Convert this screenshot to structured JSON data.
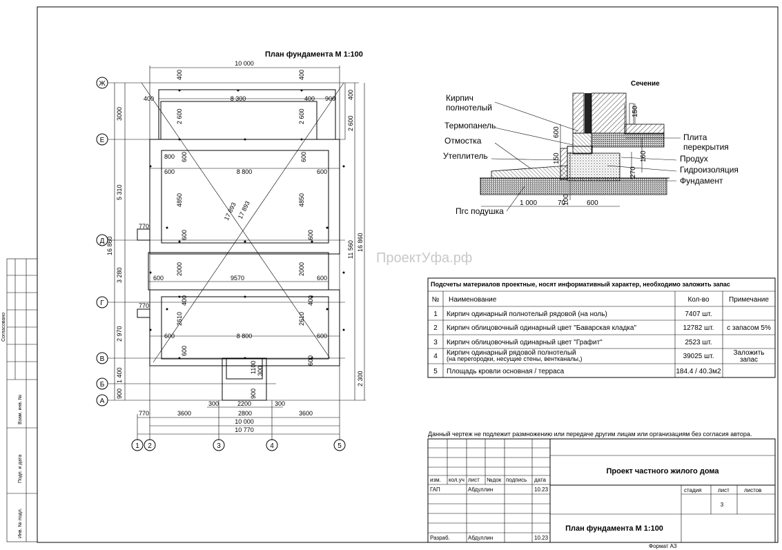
{
  "sheet": {
    "plan_title": "План фундамента М 1:100",
    "watermark": "ПроектУфа.рф",
    "format": "Формат А3",
    "side_stamp": {
      "agreed": "Согласовано",
      "replace_inv": "Взам. инв. №",
      "sign_date": "Подп. и дата",
      "inv_orig": "Инв. № подл."
    }
  },
  "plan": {
    "axes_rows": [
      "Ж",
      "Е",
      "Д",
      "Г",
      "В",
      "Б",
      "А"
    ],
    "axes_cols": [
      "1",
      "2",
      "3",
      "4",
      "5"
    ],
    "dims": {
      "top_total": "10 000",
      "top_inner": "8 300",
      "top_400a": "400",
      "top_400b": "400",
      "top_900": "900",
      "top_400c": "400",
      "top_400d": "400",
      "row1_2600a": "2 600",
      "row1_2600b": "2 600",
      "row2_8800": "8 800",
      "row2_800": "800",
      "row2_600a": "600",
      "row2_600b": "600",
      "row2_600c": "600",
      "row2_600d": "600",
      "row2_4850a": "4850",
      "row2_4850b": "4850",
      "diag_a": "17 893",
      "diag_b": "17 893",
      "p770a": "770",
      "p770b": "770",
      "row3_9570": "9570",
      "row3_600a": "600",
      "row3_600b": "600",
      "row3_2000a": "2000",
      "row3_2000b": "2000",
      "row3_600c": "600",
      "row3_600d": "600",
      "row4_8800": "8 800",
      "row4_600a": "600",
      "row4_600b": "600",
      "row4_2610a": "2610",
      "row4_2610b": "2610",
      "row4_400a": "400",
      "row4_400b": "400",
      "row4_600c": "600",
      "row4_600d": "600",
      "porch_1100": "1100",
      "porch_900": "900",
      "porch_300a": "300",
      "porch_300b": "300",
      "porch_300c": "300",
      "porch_2200": "2200",
      "left_3000": "3000",
      "left_5310": "5 310",
      "left_16860": "16 860",
      "left_3280": "3 280",
      "left_2970": "2 970",
      "left_1400": "1 400",
      "left_900": "900",
      "right_400": "400",
      "right_2600": "2 600",
      "right_11560": "11 560",
      "right_16860": "16 860",
      "right_2300": "2 300",
      "bot_770": "770",
      "bot_3600a": "3600",
      "bot_2800": "2800",
      "bot_3600b": "3600",
      "bot_10000": "10 000",
      "bot_10770": "10 770"
    }
  },
  "section": {
    "title": "Сечение",
    "labels": {
      "brick": "Кирпич\nполнотелый",
      "brick_l1": "Кирпич",
      "brick_l2": "полнотелый",
      "thermo": "Термопанель",
      "otmostka": "Отмостка",
      "insul": "Утеплитель",
      "pgs": "Пгс подушка",
      "slab_l1": "Плита",
      "slab_l2": "перекрытия",
      "produh": "Продух",
      "hydro": "Гидроизоляция",
      "found": "Фундамент"
    },
    "dims": {
      "d150a": "150",
      "d600": "600",
      "d150b": "150",
      "d160": "160",
      "d270": "270",
      "d100": "100",
      "d1000": "1 000",
      "d70": "70",
      "d600b": "600"
    }
  },
  "materials": {
    "title": "Подсчеты материалов проектные, носят информативный характер, необходимо заложить запас",
    "headers": [
      "№",
      "Наименование",
      "Кол-во",
      "Примечание"
    ],
    "rows": [
      {
        "n": "1",
        "name": "Кирпич одинарный полнотелый рядовой (на ноль)",
        "qty": "7407 шт.",
        "note": ""
      },
      {
        "n": "2",
        "name": "Кирпич облицовочный одинарный цвет \"Баварская кладка\"",
        "qty": "12782 шт.",
        "note": "с запасом 5%"
      },
      {
        "n": "3",
        "name": "Кирпич облицовочный одинарный цвет \"Графит\"",
        "qty": "2523 шт.",
        "note": ""
      },
      {
        "n": "4",
        "name": "Кирпич одинарный рядовой полнотелый",
        "name2": "(на перегородки, несущие стены, вентканалы,)",
        "qty": "39025 шт.",
        "note": "Заложить",
        "note2": "запас"
      },
      {
        "n": "5",
        "name": "Площадь кровли  основная / терраса",
        "qty": "184.4 / 40.3м2",
        "note": ""
      }
    ]
  },
  "title_block": {
    "notice": "Данный чертеж не подлежит размножению или передаче другим лицам или организациям без согласия автора.",
    "project": "Проект частного жилого дома",
    "sheet_name": "План фундамента М 1:100",
    "cols": [
      "изм.",
      "кол.уч",
      "лист",
      "№док",
      "подпись",
      "дата"
    ],
    "gap_role": "ГАП",
    "gap_name": "Абдуллин",
    "gap_date": "10.23",
    "dev_role": "Разраб.",
    "dev_name": "Абдуллин",
    "dev_date": "10.23",
    "stage_label": "стадия",
    "sheet_label": "лист",
    "sheets_label": "листов",
    "sheet_no": "3"
  }
}
